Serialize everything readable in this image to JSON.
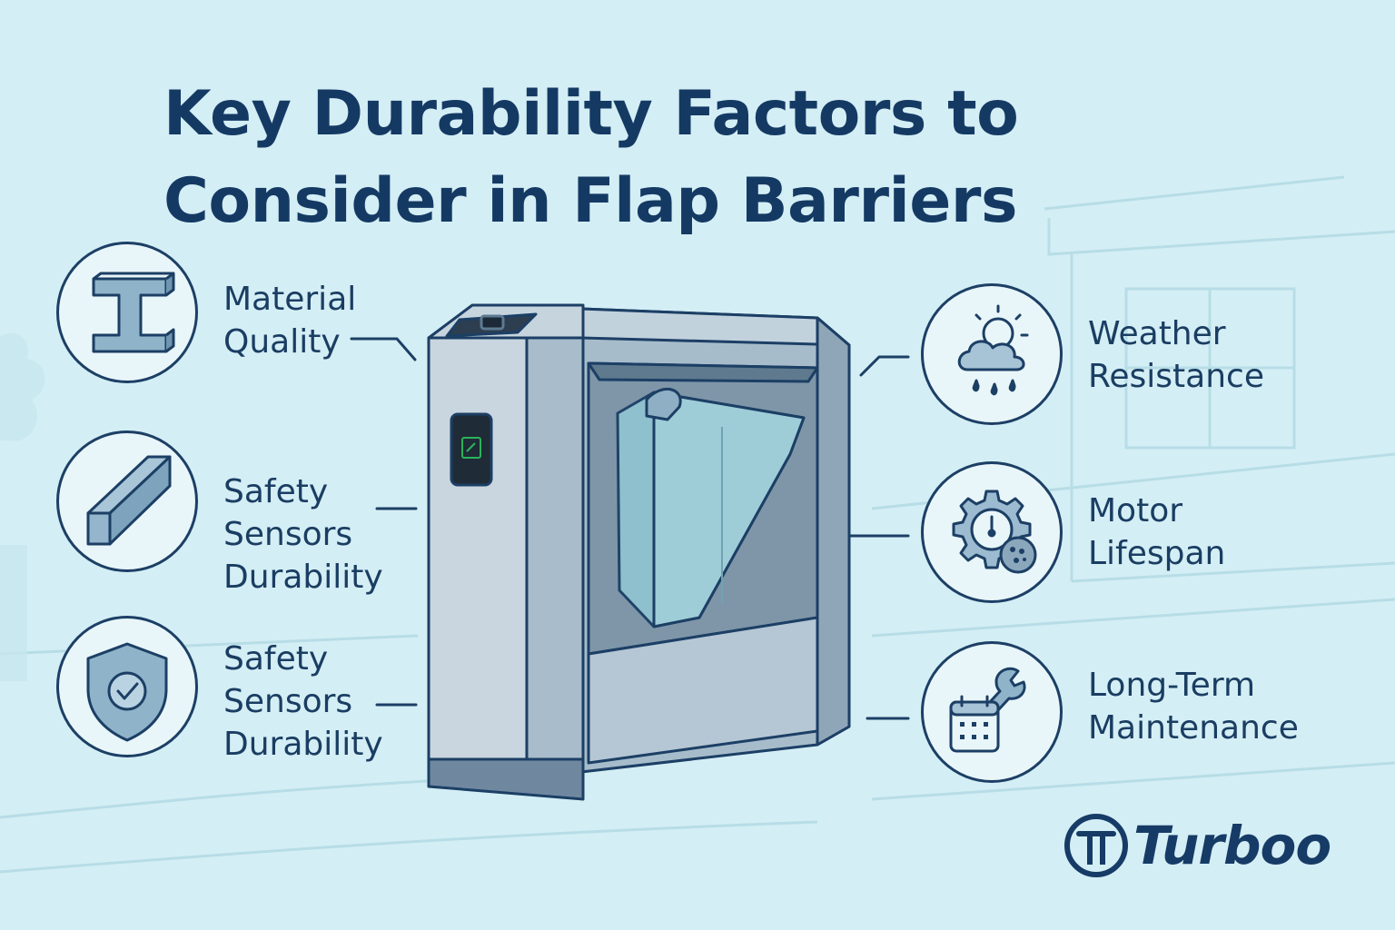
{
  "title": {
    "line1": "Key Durability Factors to",
    "line2": "Consider in Flap Barriers"
  },
  "factors_left": [
    {
      "icon": "i-beam-icon",
      "lines": [
        "Material",
        "Quality"
      ]
    },
    {
      "icon": "steel-bar-icon",
      "lines": [
        "Safety",
        "Sensors",
        "Durability"
      ]
    },
    {
      "icon": "shield-check-icon",
      "lines": [
        "Safety",
        "Sensors",
        "Durability"
      ]
    }
  ],
  "factors_right": [
    {
      "icon": "weather-cloud-rain-icon",
      "lines": [
        "Weather",
        "Resistance"
      ]
    },
    {
      "icon": "motor-gear-icon",
      "lines": [
        "Motor",
        "Lifespan"
      ]
    },
    {
      "icon": "calendar-wrench-icon",
      "lines": [
        "Long-Term",
        "Maintenance"
      ]
    }
  ],
  "brand": {
    "name": "Turboo",
    "icon": "turboo-logo-icon"
  },
  "colors": {
    "background": "#d4eef5",
    "ink": "#183d63",
    "accent_green": "#2bb35a",
    "glass": "#8fc3cf"
  }
}
